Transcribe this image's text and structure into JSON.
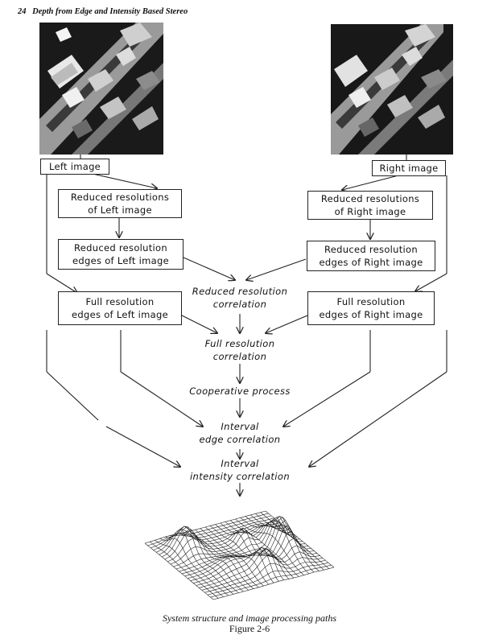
{
  "header": {
    "page_number": "24",
    "title": "Depth from Edge and Intensity Based Stereo"
  },
  "images": {
    "left_photo": "left stereo image of building scene",
    "right_photo": "right stereo image of building scene"
  },
  "boxes": {
    "left_image": "Left image",
    "right_image": "Right image",
    "reduced_left": [
      "Reduced resolutions",
      "of Left image"
    ],
    "reduced_right": [
      "Reduced resolutions",
      "of Right image"
    ],
    "reduced_edges_left": [
      "Reduced resolution",
      "edges of Left image"
    ],
    "reduced_edges_right": [
      "Reduced resolution",
      "edges of Right image"
    ],
    "full_edges_left": [
      "Full resolution",
      "edges of Left image"
    ],
    "full_edges_right": [
      "Full resolution",
      "edges of Right image"
    ]
  },
  "processes": {
    "reduced_correlation": [
      "Reduced resolution",
      "correlation"
    ],
    "full_correlation": [
      "Full resolution",
      "correlation"
    ],
    "cooperative": "Cooperative process",
    "interval_edge": [
      "Interval",
      "edge correlation"
    ],
    "interval_intensity": [
      "Interval",
      "intensity correlation"
    ]
  },
  "caption": {
    "line1": "System structure and image processing paths",
    "line2": "Figure 2-6"
  }
}
